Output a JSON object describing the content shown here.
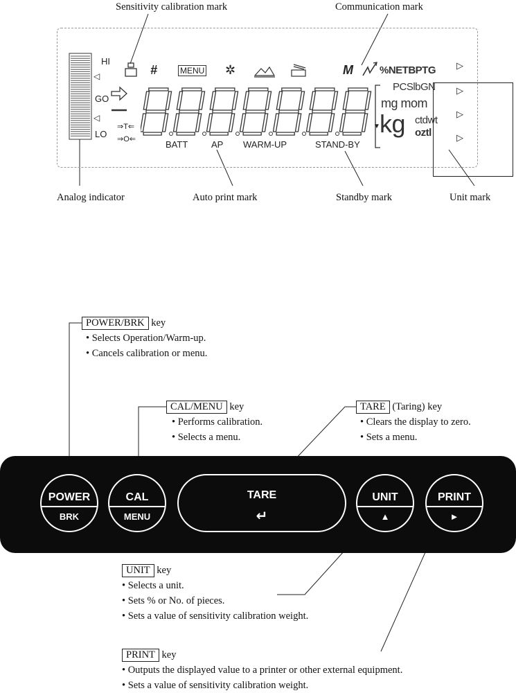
{
  "callouts": {
    "sensitivity": "Sensitivity calibration mark",
    "communication": "Communication mark",
    "analog": "Analog indicator",
    "auto_print": "Auto print mark",
    "standby": "Standby mark",
    "unit_mark": "Unit mark"
  },
  "lcd": {
    "hi": "HI",
    "go": "GO",
    "lo": "LO",
    "t_mark": "⇒T⇐",
    "o_mark": "⇒O⇐",
    "hash": "#",
    "menu": "MENU",
    "star": "✲",
    "m": "M",
    "batt": "BATT",
    "ap": "AP",
    "warmup": "WARM-UP",
    "standby": "STAND-BY",
    "units": {
      "row1": "%NETBPTG",
      "row2": "PCSlbGN",
      "row3": "mg mom",
      "kg": "kg",
      "ctdwt": "ctdwt",
      "ozt": "oztl"
    }
  },
  "keys": {
    "power": {
      "name": "POWER/BRK",
      "suffix": "key",
      "items": [
        "Selects Operation/Warm-up.",
        "Cancels calibration or menu."
      ]
    },
    "cal": {
      "name": "CAL/MENU",
      "suffix": "key",
      "items": [
        "Performs calibration.",
        "Selects a menu."
      ]
    },
    "tare": {
      "name": "TARE",
      "suffix": "(Taring) key",
      "items": [
        "Clears the display to zero.",
        "Sets a menu."
      ]
    },
    "unit": {
      "name": "UNIT",
      "suffix": "key",
      "items": [
        "Selects a unit.",
        "Sets % or No. of pieces.",
        "Sets a value of sensitivity calibration weight."
      ]
    },
    "print": {
      "name": "PRINT",
      "suffix": "key",
      "items": [
        "Outputs the displayed value to a printer or other external equipment.",
        "Sets a value of sensitivity calibration weight."
      ]
    }
  },
  "panel": {
    "power_top": "POWER",
    "power_bot": "BRK",
    "cal_top": "CAL",
    "cal_bot": "MENU",
    "tare_top": "TARE",
    "tare_bot": "↵",
    "unit_top": "UNIT",
    "unit_bot": "▲",
    "print_top": "PRINT",
    "print_bot": "►"
  }
}
